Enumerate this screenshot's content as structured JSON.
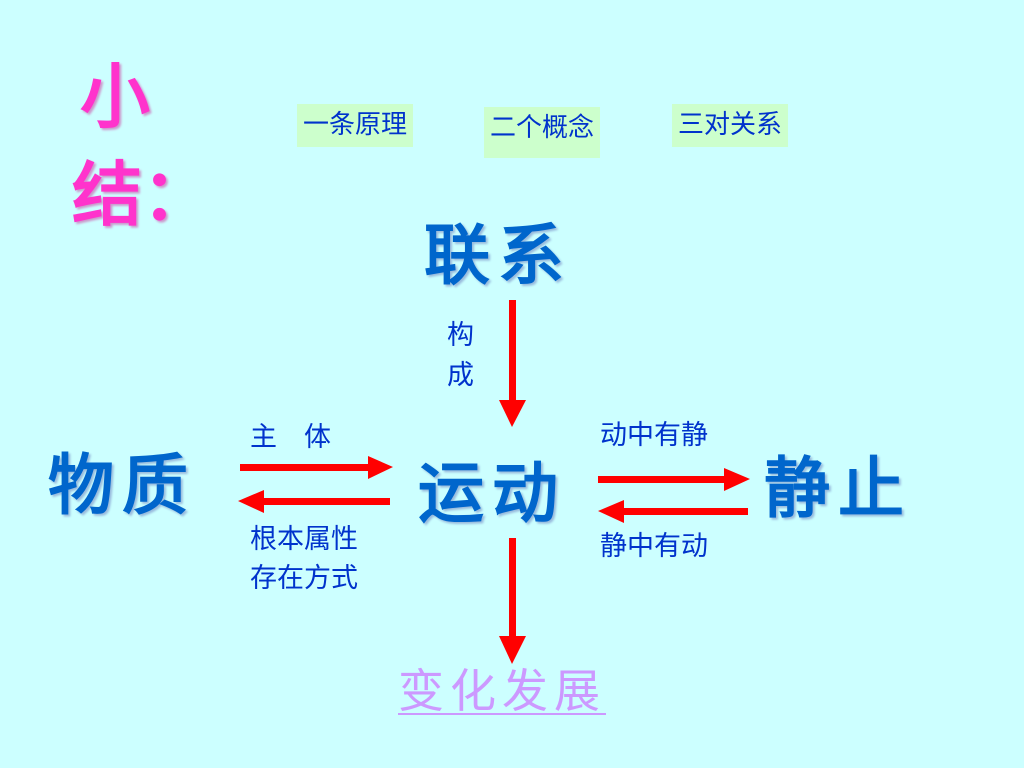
{
  "title": {
    "line1": "小",
    "line2": "结："
  },
  "tags": [
    "一条原理",
    "二个概念",
    "三对关系"
  ],
  "nodes": {
    "lianxi": "联系",
    "wuzhi": "物质",
    "yundong": "运动",
    "jingzhi": "静止",
    "bianhua": "变化发展"
  },
  "labels": {
    "goucheng_1": "构",
    "goucheng_2": "成",
    "zhuti": "主　体",
    "genben": "根本属性",
    "cunzai": "存在方式",
    "dongzhong": "动中有静",
    "jingzhong": "静中有动"
  },
  "colors": {
    "arrow": "#ff0000",
    "background": "#ccffff"
  }
}
